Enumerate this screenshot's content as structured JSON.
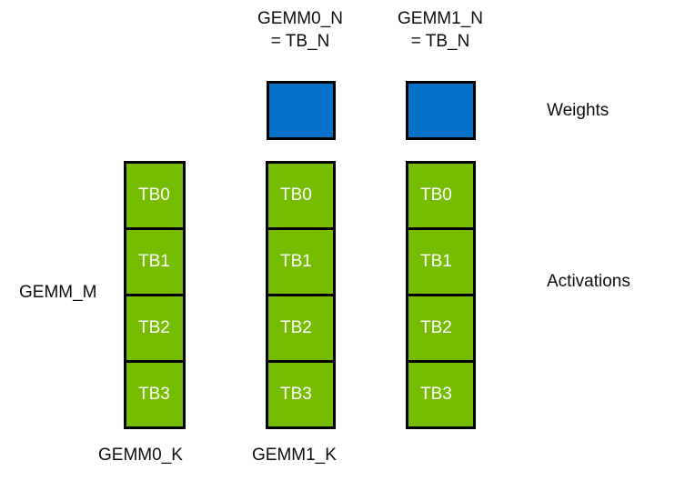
{
  "diagram": {
    "title_labels": {
      "gemm0_n": "GEMM0_N\n= TB_N",
      "gemm1_n": "GEMM1_N\n= TB_N"
    },
    "side_labels": {
      "gemm_m": "GEMM_M",
      "weights": "Weights",
      "activations": "Activations"
    },
    "bottom_labels": {
      "gemm0_k": "GEMM0_K",
      "gemm1_k": "GEMM1_K"
    },
    "colors": {
      "weights_fill": "#0770c8",
      "activations_fill": "#76bc00",
      "border": "#000000",
      "cell_text": "#ffffff",
      "label_text": "#0d0d0d",
      "background": "#ffffff"
    },
    "weight_blocks": [
      {
        "id": "weights-gemm0",
        "label": ""
      },
      {
        "id": "weights-gemm1",
        "label": ""
      }
    ],
    "activation_columns": [
      {
        "id": "activations-gemm-m",
        "cells": [
          "TB0",
          "TB1",
          "TB2",
          "TB3"
        ]
      },
      {
        "id": "activations-gemm0",
        "cells": [
          "TB0",
          "TB1",
          "TB2",
          "TB3"
        ]
      },
      {
        "id": "activations-gemm1",
        "cells": [
          "TB0",
          "TB1",
          "TB2",
          "TB3"
        ]
      }
    ]
  }
}
